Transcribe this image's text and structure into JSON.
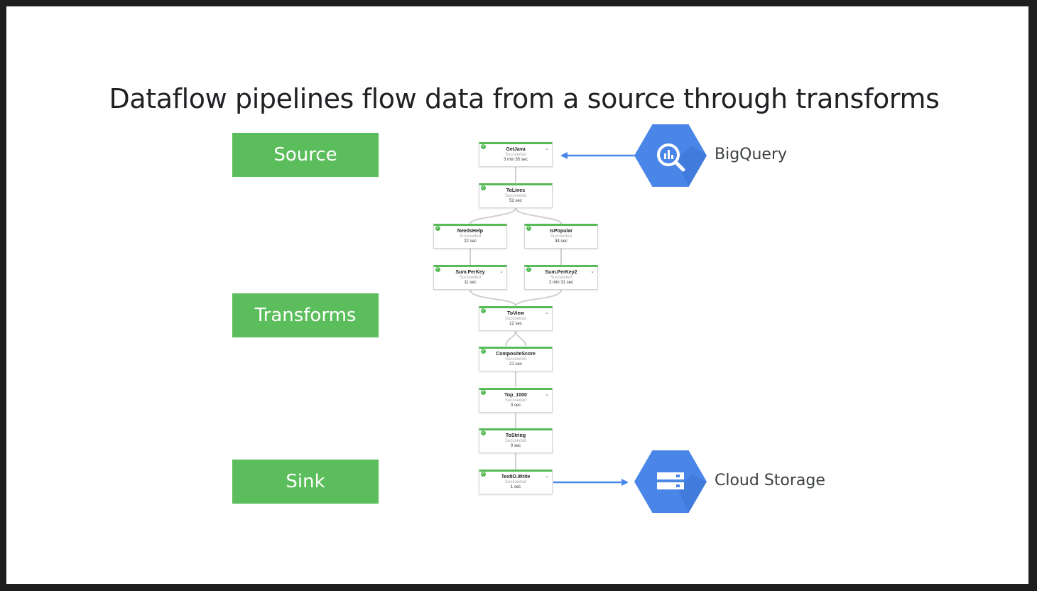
{
  "slide": {
    "title": "Dataflow pipelines flow data from a source through transforms"
  },
  "stages": {
    "source": "Source",
    "transforms": "Transforms",
    "sink": "Sink"
  },
  "services": {
    "bigquery": {
      "label": "BigQuery",
      "icon": "bigquery-icon",
      "color": "#4a86e8"
    },
    "storage": {
      "label": "Cloud Storage",
      "icon": "cloud-storage-icon",
      "color": "#4a86e8"
    }
  },
  "pipeline": {
    "status_color": "#57bb57",
    "steps": [
      {
        "name": "GetJava",
        "status": "Succeeded",
        "time": "3 min 35 sec"
      },
      {
        "name": "ToLines",
        "status": "Succeeded",
        "time": "52 sec"
      },
      {
        "name": "NeedsHelp",
        "status": "Succeeded",
        "time": "22 sec"
      },
      {
        "name": "IsPopular",
        "status": "Succeeded",
        "time": "34 sec"
      },
      {
        "name": "Sum.PerKey",
        "status": "Succeeded",
        "time": "11 sec"
      },
      {
        "name": "Sum.PerKey2",
        "status": "Succeeded",
        "time": "2 min 31 sec"
      },
      {
        "name": "ToView",
        "status": "Succeeded",
        "time": "12 sec"
      },
      {
        "name": "CompositeScore",
        "status": "Succeeded",
        "time": "21 sec"
      },
      {
        "name": "Top_1000",
        "status": "Succeeded",
        "time": "3 sec"
      },
      {
        "name": "ToString",
        "status": "Succeeded",
        "time": "0 sec"
      },
      {
        "name": "TextIO.Write",
        "status": "Succeeded",
        "time": "1 sec"
      }
    ]
  }
}
